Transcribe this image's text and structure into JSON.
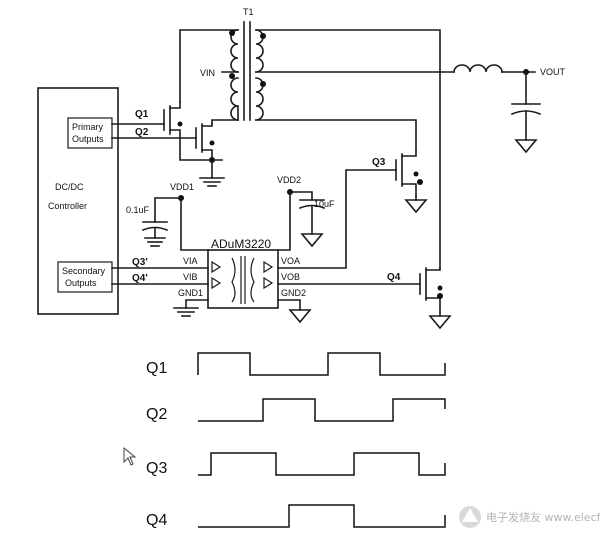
{
  "labels": {
    "transformer": "T1",
    "vin": "VIN",
    "vout": "VOUT",
    "controller_line1": "DC/DC",
    "controller_line2": "Controller",
    "primary_line1": "Primary",
    "primary_line2": "Outputs",
    "secondary_line1": "Secondary",
    "secondary_line2": "Outputs",
    "q1": "Q1",
    "q2": "Q2",
    "q3": "Q3",
    "q4": "Q4",
    "q3_prime": "Q3'",
    "q4_prime": "Q4'",
    "vdd1": "VDD1",
    "vdd2": "VDD2",
    "cap1": "0.1uF",
    "cap2": "10uF",
    "chip_name": "ADuM3220",
    "pin_via": "VIA",
    "pin_vib": "VIB",
    "pin_gnd1": "GND1",
    "pin_voa": "VOA",
    "pin_vob": "VOB",
    "pin_gnd2": "GND2"
  },
  "waveforms": [
    {
      "label": "Q1",
      "levels": [
        1,
        1,
        1,
        1,
        0,
        0,
        0,
        0,
        0,
        0,
        1,
        1,
        1,
        1,
        0,
        0,
        0,
        0,
        0
      ]
    },
    {
      "label": "Q2",
      "levels": [
        0,
        0,
        0,
        0,
        0,
        1,
        1,
        1,
        1,
        0,
        0,
        0,
        0,
        0,
        0,
        1,
        1,
        1,
        1
      ]
    },
    {
      "label": "Q3",
      "levels": [
        0,
        1,
        1,
        1,
        1,
        1,
        0,
        0,
        0,
        0,
        0,
        0,
        1,
        1,
        1,
        1,
        1,
        0,
        0
      ]
    },
    {
      "label": "Q4",
      "levels": [
        0,
        0,
        0,
        0,
        0,
        0,
        0,
        1,
        1,
        1,
        1,
        1,
        0,
        0,
        0,
        0,
        0,
        0,
        0
      ]
    }
  ],
  "watermark": "电子发烧友 www.elecfans.com"
}
